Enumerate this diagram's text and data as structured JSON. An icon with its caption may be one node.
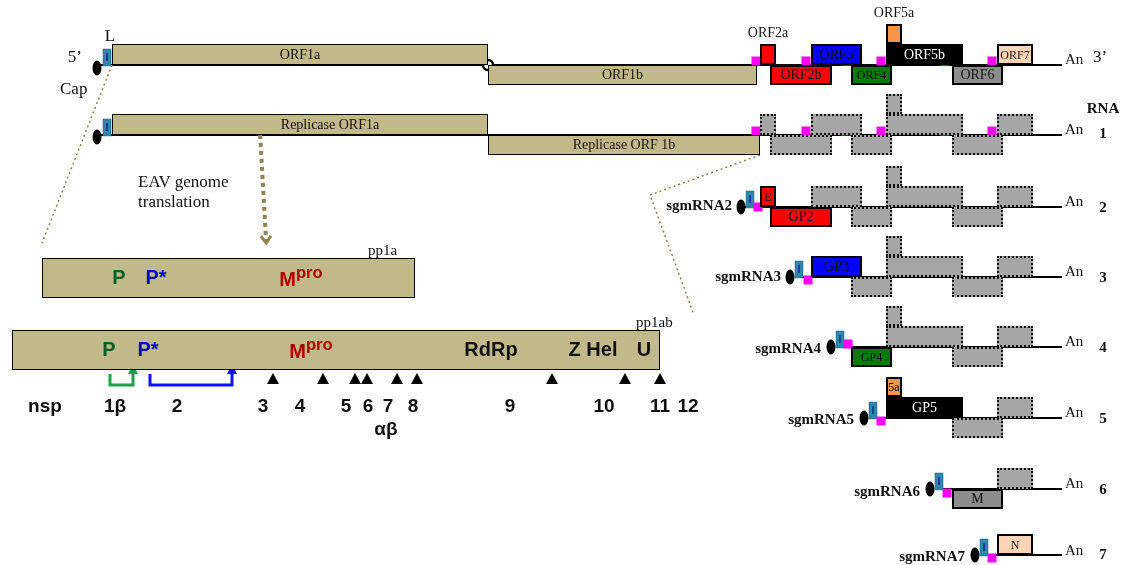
{
  "diagram": {
    "nodes": [
      {
        "text": [
          "ORF1a"
        ]
      },
      {
        "text": [
          "ORF1b"
        ]
      },
      {
        "text": [
          "ORF2a"
        ]
      },
      {
        "text": [
          "ORF2b"
        ]
      },
      {
        "text": [
          "ORF3"
        ]
      },
      {
        "text": [
          "ORF4"
        ]
      },
      {
        "text": [
          "ORF5a"
        ]
      },
      {
        "text": [
          "ORF5b"
        ]
      },
      {
        "text": [
          "ORF6"
        ]
      },
      {
        "text": [
          "ORF7"
        ]
      },
      {
        "text": [
          "Replicase ORF1a"
        ]
      },
      {
        "text": [
          "Replicase ORF 1b"
        ]
      },
      {
        "text": [],
        "shape": "box"
      },
      {
        "text": [],
        "shape": "box"
      },
      {
        "text": [],
        "shape": "box"
      },
      {
        "text": [],
        "shape": "box"
      },
      {
        "text": [],
        "shape": "box"
      },
      {
        "text": [],
        "shape": "box"
      },
      {
        "text": [],
        "shape": "box"
      },
      {
        "text": [],
        "shape": "box"
      },
      {
        "text": [
          "E"
        ]
      },
      {
        "text": [
          "GP2"
        ]
      },
      {
        "text": [],
        "shape": "box"
      },
      {
        "text": [],
        "shape": "box"
      },
      {
        "text": [],
        "shape": "box"
      },
      {
        "text": [],
        "shape": "box"
      },
      {
        "text": [],
        "shape": "box"
      },
      {
        "text": [],
        "shape": "box"
      },
      {
        "text": [
          "GP3"
        ]
      },
      {
        "text": [],
        "shape": "box"
      },
      {
        "text": [],
        "shape": "box"
      },
      {
        "text": [],
        "shape": "box"
      },
      {
        "text": [],
        "shape": "box"
      },
      {
        "text": [],
        "shape": "box"
      },
      {
        "text": [
          "GP4"
        ]
      },
      {
        "text": [],
        "shape": "box"
      },
      {
        "text": [],
        "shape": "box"
      },
      {
        "text": [],
        "shape": "box"
      },
      {
        "text": [],
        "shape": "box"
      },
      {
        "text": [
          "5a"
        ]
      },
      {
        "text": [
          "GP5"
        ]
      },
      {
        "text": [],
        "shape": "box"
      },
      {
        "text": [],
        "shape": "box"
      },
      {
        "text": [
          "M"
        ]
      },
      {
        "text": [],
        "shape": "box"
      },
      {
        "text": [
          "N"
        ]
      },
      {
        "text": [
          "pp1a",
          "P",
          "P*",
          "M$^{pro}$"
        ]
      },
      {
        "text": [
          "pp1ab",
          "P",
          "P*",
          "M$^{pro}$",
          "RdRp",
          "Z Hel",
          "U"
        ]
      }
    ],
    "edges": [
      {
        "from": 10,
        "to": 46,
        "arrow": "to",
        "style": "dashed",
        "label": "EAV genome translation"
      },
      {
        "from": 0,
        "to": 46,
        "arrow": "none",
        "style": "dashed"
      },
      {
        "from": 11,
        "to": 47,
        "arrow": "none",
        "style": "dashed"
      }
    ],
    "labels": [
      "5’",
      "L",
      "Cap",
      "An",
      "3’",
      "RNA",
      "An",
      "1",
      "sgmRNA2",
      "An",
      "2",
      "sgmRNA3",
      "An",
      "3",
      "sgmRNA4",
      "An",
      "4",
      "sgmRNA5",
      "An",
      "5",
      "sgmRNA6",
      "An",
      "6",
      "sgmRNA7",
      "An",
      "7",
      "nsp",
      "1β",
      "2",
      "3",
      "4",
      "5",
      "6",
      "7",
      "8",
      "9",
      "10",
      "11",
      "12",
      "αβ"
    ]
  }
}
